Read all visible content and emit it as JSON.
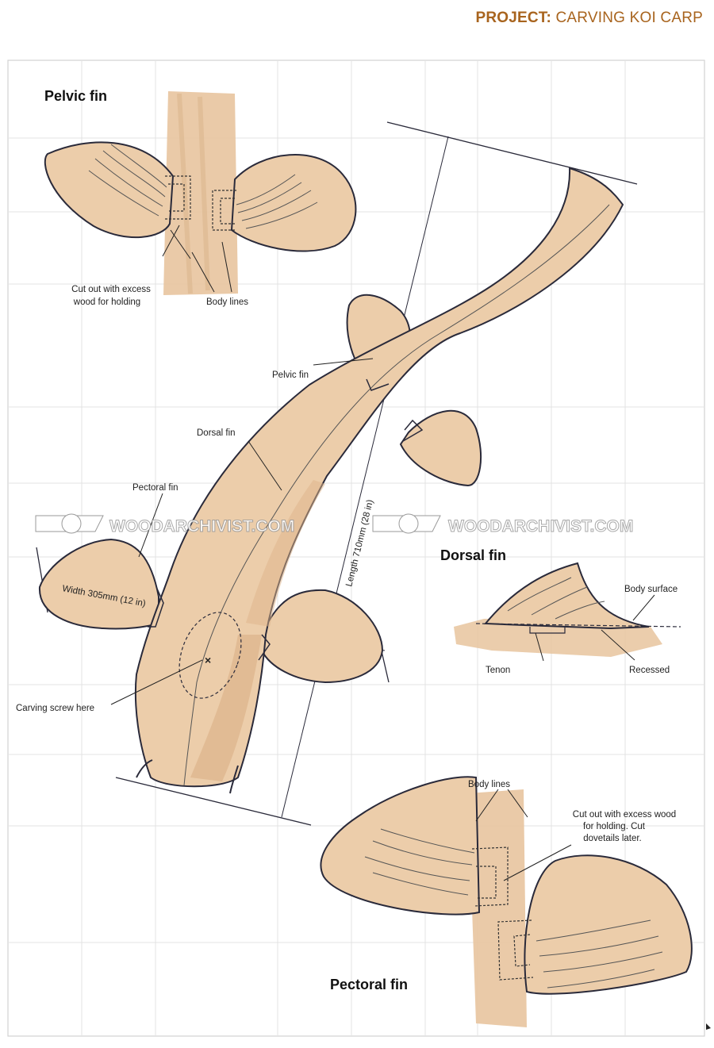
{
  "header": {
    "prefix": "PROJECT:",
    "title": "CARVING KOI CARP"
  },
  "sections": {
    "pelvic": "Pelvic fin",
    "dorsal": "Dorsal fin",
    "pectoral": "Pectoral fin"
  },
  "labels": {
    "pelvic_cut_1": "Cut out with excess",
    "pelvic_cut_2": "wood for holding",
    "pelvic_body_lines": "Body lines",
    "fish_pelvic": "Pelvic fin",
    "fish_dorsal": "Dorsal fin",
    "fish_pectoral": "Pectoral fin",
    "width": "Width 305mm (12 in)",
    "length": "Length 710mm (28 in)",
    "carving_screw": "Carving screw here",
    "body_surface": "Body surface",
    "tenon": "Tenon",
    "recessed": "Recessed",
    "pect_body_lines": "Body lines",
    "pect_cut_1": "Cut out with excess wood",
    "pect_cut_2": "for holding. Cut",
    "pect_cut_3": "dovetails later."
  },
  "watermark": "WOODARCHIVIST.COM",
  "colors": {
    "wood": "#eccdaa",
    "wood_dark": "#ddb48a",
    "outline": "#2a2a3a",
    "grid": "#dcdcdc",
    "accent": "#a8641e"
  }
}
